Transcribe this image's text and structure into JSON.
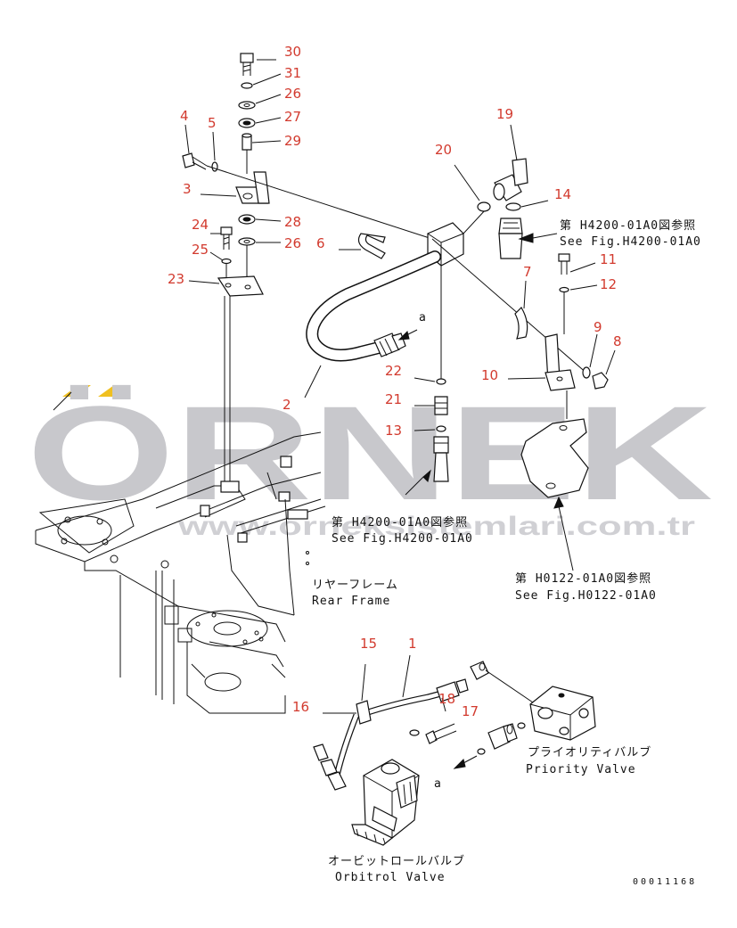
{
  "watermark": {
    "brand": "ÖRNEK",
    "url": "www.orneksistemlari.com.tr",
    "accent_color": "#f0c020",
    "gray_color": "#c8c8cc"
  },
  "callouts": [
    {
      "id": "c30",
      "text": "30"
    },
    {
      "id": "c31",
      "text": "31"
    },
    {
      "id": "c26a",
      "text": "26"
    },
    {
      "id": "c27",
      "text": "27"
    },
    {
      "id": "c29",
      "text": "29"
    },
    {
      "id": "c4",
      "text": "4"
    },
    {
      "id": "c5",
      "text": "5"
    },
    {
      "id": "c3",
      "text": "3"
    },
    {
      "id": "c28",
      "text": "28"
    },
    {
      "id": "c24",
      "text": "24"
    },
    {
      "id": "c26b",
      "text": "26"
    },
    {
      "id": "c25",
      "text": "25"
    },
    {
      "id": "c23",
      "text": "23"
    },
    {
      "id": "c6",
      "text": "6"
    },
    {
      "id": "c20",
      "text": "20"
    },
    {
      "id": "c19",
      "text": "19"
    },
    {
      "id": "c14",
      "text": "14"
    },
    {
      "id": "c11",
      "text": "11"
    },
    {
      "id": "c12",
      "text": "12"
    },
    {
      "id": "c7",
      "text": "7"
    },
    {
      "id": "c9",
      "text": "9"
    },
    {
      "id": "c8",
      "text": "8"
    },
    {
      "id": "c10",
      "text": "10"
    },
    {
      "id": "c22",
      "text": "22"
    },
    {
      "id": "c21",
      "text": "21"
    },
    {
      "id": "c13",
      "text": "13"
    },
    {
      "id": "c2",
      "text": "2"
    },
    {
      "id": "c15",
      "text": "15"
    },
    {
      "id": "c1",
      "text": "1"
    },
    {
      "id": "c16",
      "text": "16"
    },
    {
      "id": "c18",
      "text": "18"
    },
    {
      "id": "c17",
      "text": "17"
    }
  ],
  "labels": {
    "ref_h4200_top_jp": "第 H4200-01A0図参照",
    "ref_h4200_top_en": "See Fig.H4200-01A0",
    "ref_h4200_mid_jp": "第 H4200-01A0図参照",
    "ref_h4200_mid_en": "See Fig.H4200-01A0",
    "ref_h0122_jp": "第 H0122-01A0図参照",
    "ref_h0122_en": "See Fig.H0122-01A0",
    "rear_frame_jp": "リヤーフレーム",
    "rear_frame_en": "Rear Frame",
    "priority_jp": "プライオリティバルブ",
    "priority_en": "Priority Valve",
    "orbitrol_jp": "オービットロールバルブ",
    "orbitrol_en": "Orbitrol Valve",
    "view_a_top": "a",
    "view_a_bottom": "a",
    "drawing_code": "00011168"
  }
}
